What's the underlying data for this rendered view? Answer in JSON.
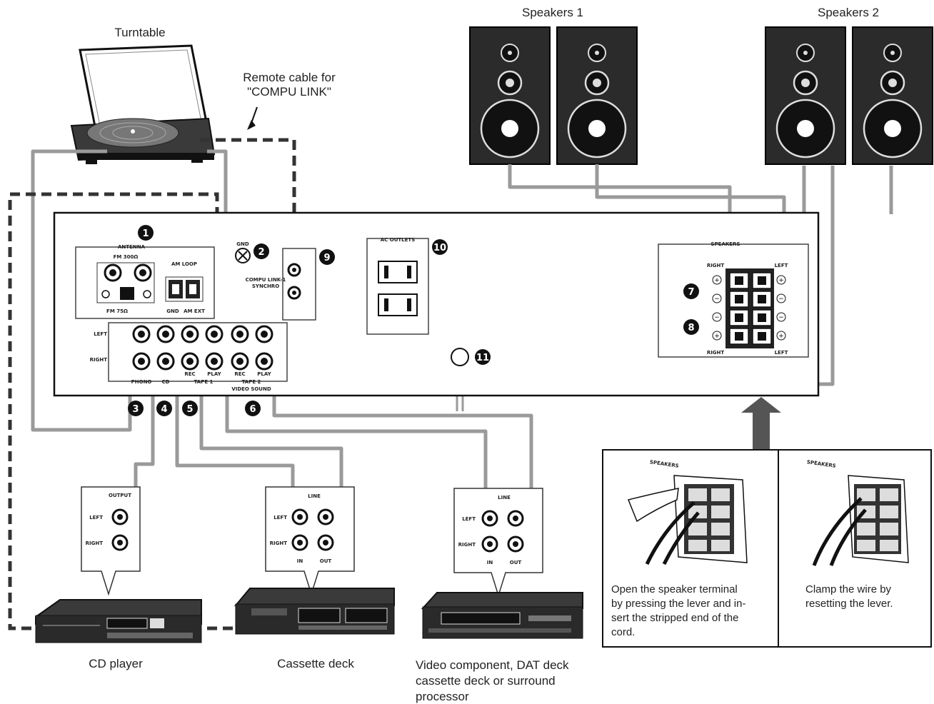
{
  "labels": {
    "turntable": "Turntable",
    "remote_cable_line1": "Remote cable for",
    "remote_cable_line2": "\"COMPU LINK\"",
    "speakers1": "Speakers 1",
    "speakers2": "Speakers 2",
    "cd_player": "CD player",
    "cassette_deck": "Cassette deck",
    "video_component_line1": "Video component, DAT deck",
    "video_component_line2": "cassette deck or surround",
    "video_component_line3": "processor"
  },
  "panel": {
    "antenna": "ANTENNA",
    "fm300": "FM 300Ω",
    "fm75": "FM 75Ω",
    "am_loop": "AM LOOP",
    "gnd": "GND",
    "am_ext": "AM EXT",
    "gnd_top": "GND",
    "compu_link": "COMPU LINK-1",
    "synchro": "SYNCHRO",
    "ac_outlets": "AC OUTLETS",
    "speakers": "SPEAKERS",
    "right": "RIGHT",
    "left": "LEFT",
    "left_row": "LEFT",
    "right_row": "RIGHT",
    "phono": "PHONO",
    "cd": "CD",
    "tape1": "TAPE 1",
    "tape2": "TAPE 2",
    "video_sound": "VIDEO SOUND",
    "rec": "REC",
    "play": "PLAY"
  },
  "numbers": [
    "1",
    "2",
    "3",
    "4",
    "5",
    "6",
    "7",
    "8",
    "9",
    "10",
    "11"
  ],
  "devices": {
    "output": "OUTPUT",
    "line": "LINE",
    "left": "LEFT",
    "right": "RIGHT",
    "in": "IN",
    "out": "OUT"
  },
  "instructions": {
    "open": "Open the speaker terminal by pressing the lever and in- sert the stripped end of the cord.",
    "open_lines": [
      "Open the speaker terminal",
      "by pressing the lever and in-",
      "sert the stripped end of the",
      "cord."
    ],
    "clamp_lines": [
      "Clamp the wire by",
      "resetting the lever."
    ],
    "speakers_caption": "SPEAKERS"
  },
  "colors": {
    "ink": "#1a1a1a",
    "cable": "#9a9a9a",
    "panel": "#ffffff"
  }
}
